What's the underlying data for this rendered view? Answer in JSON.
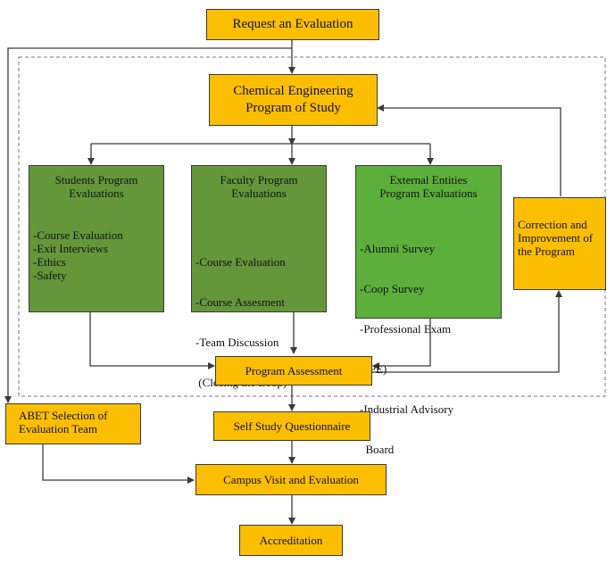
{
  "nodes": {
    "request": "Request an Evaluation",
    "program_study": [
      "Chemical Engineering",
      "Program of Study"
    ],
    "students": {
      "title": [
        "Students Program",
        "Evaluations"
      ],
      "items": [
        "-Course Evaluation",
        "-Exit Interviews",
        "-Ethics",
        "-Safety"
      ]
    },
    "faculty": {
      "title": [
        "Faculty Program",
        "Evaluations"
      ],
      "items": [
        "-Course Evaluation",
        "-Course Assesment",
        "-Team Discussion",
        " (Closing the Loop)"
      ]
    },
    "external": {
      "title": [
        "External Entities",
        "Program Evaluations"
      ],
      "items": [
        "-Alumni Survey",
        "-Coop Survey",
        "-Professional Exam",
        "  (PE)",
        "-Industrial Advisory",
        "  Board"
      ]
    },
    "correction": [
      "Correction and",
      "Improvement of",
      "the Program"
    ],
    "assessment": "Program Assessment",
    "abet": [
      "ABET Selection of",
      "Evaluation Team"
    ],
    "questionnaire": "Self Study Questionnaire",
    "campus_visit": "Campus Visit and Evaluation",
    "accreditation": "Accreditation"
  },
  "colors": {
    "orange": "#fcbf00",
    "dark_green": "#64973a",
    "light_green": "#5caf3b",
    "line": "#3a3a3a"
  }
}
